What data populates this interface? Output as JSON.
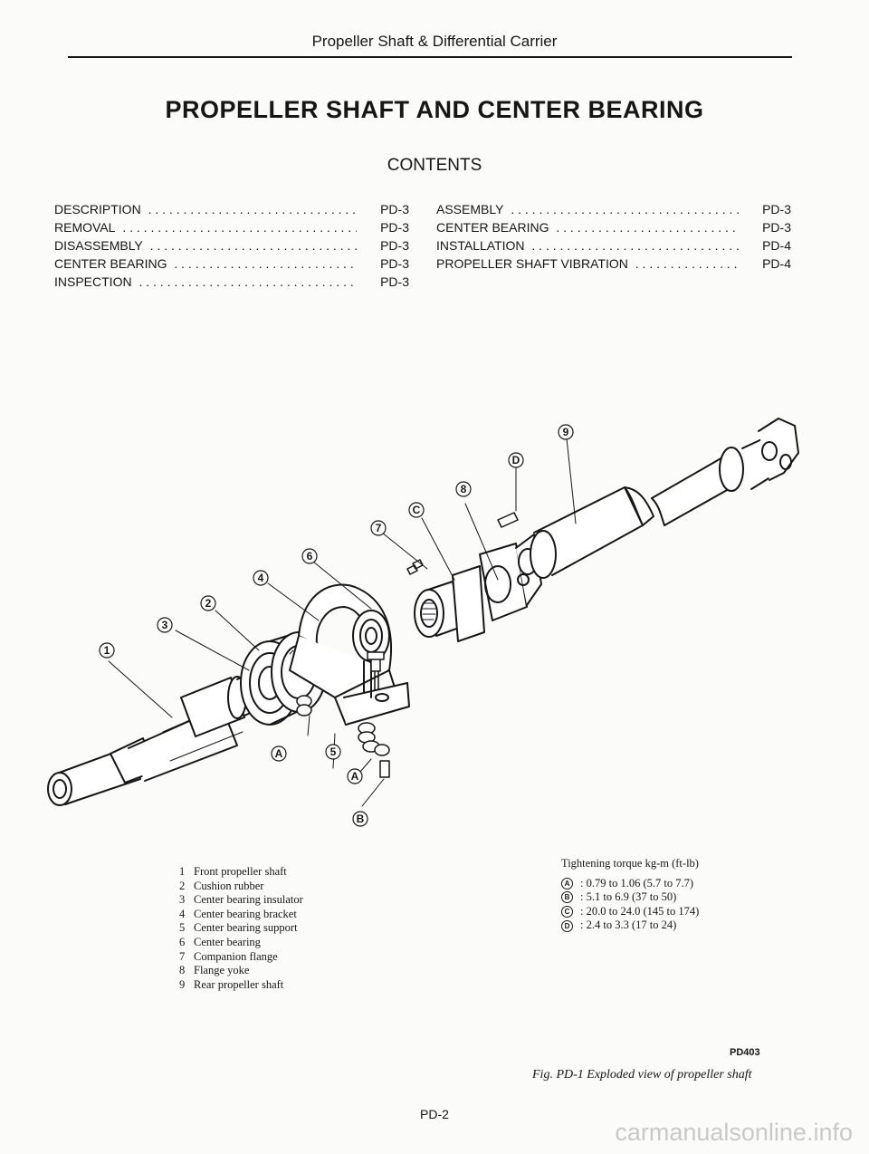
{
  "header": {
    "running_head": "Propeller Shaft & Differential Carrier"
  },
  "title": "PROPELLER SHAFT AND CENTER BEARING",
  "contents_title": "CONTENTS",
  "toc_left": [
    {
      "label": "DESCRIPTION",
      "page": "PD-3",
      "sub": false
    },
    {
      "label": "REMOVAL",
      "page": "PD-3",
      "sub": false
    },
    {
      "label": "DISASSEMBLY",
      "page": "PD-3",
      "sub": false
    },
    {
      "label": "CENTER BEARING",
      "page": "PD-3",
      "sub": true
    },
    {
      "label": "INSPECTION",
      "page": "PD-3",
      "sub": false
    }
  ],
  "toc_right": [
    {
      "label": "ASSEMBLY",
      "page": "PD-3",
      "sub": false
    },
    {
      "label": "CENTER BEARING",
      "page": "PD-3",
      "sub": true
    },
    {
      "label": "INSTALLATION",
      "page": "PD-4",
      "sub": false
    },
    {
      "label": "PROPELLER SHAFT VIBRATION",
      "page": "PD-4",
      "sub": false
    }
  ],
  "callouts": {
    "c1": "1",
    "c2": "2",
    "c3": "3",
    "c4": "4",
    "c5": "5",
    "c6": "6",
    "c7": "7",
    "c8": "8",
    "c9": "9",
    "a1": "A",
    "a2": "A",
    "b1": "B",
    "c": "C",
    "d": "D"
  },
  "parts": [
    {
      "num": "1",
      "name": "Front propeller shaft"
    },
    {
      "num": "2",
      "name": "Cushion rubber"
    },
    {
      "num": "3",
      "name": "Center bearing insulator"
    },
    {
      "num": "4",
      "name": "Center bearing bracket"
    },
    {
      "num": "5",
      "name": "Center bearing support"
    },
    {
      "num": "6",
      "name": "Center bearing"
    },
    {
      "num": "7",
      "name": "Companion flange"
    },
    {
      "num": "8",
      "name": "Flange yoke"
    },
    {
      "num": "9",
      "name": "Rear propeller shaft"
    }
  ],
  "torque": {
    "heading": "Tightening torque kg-m (ft-lb)",
    "rows": [
      {
        "mark": "A",
        "value": ": 0.79 to 1.06 (5.7 to 7.7)"
      },
      {
        "mark": "B",
        "value": ": 5.1 to 6.9 (37 to 50)"
      },
      {
        "mark": "C",
        "value": ": 20.0 to 24.0 (145 to 174)"
      },
      {
        "mark": "D",
        "value": ": 2.4 to 3.3 (17 to 24)"
      }
    ]
  },
  "figure_code": "PD403",
  "figure_caption": "Fig. PD-1  Exploded view of propeller shaft",
  "page_number": "PD-2",
  "watermark": "carmanualsonline.info"
}
